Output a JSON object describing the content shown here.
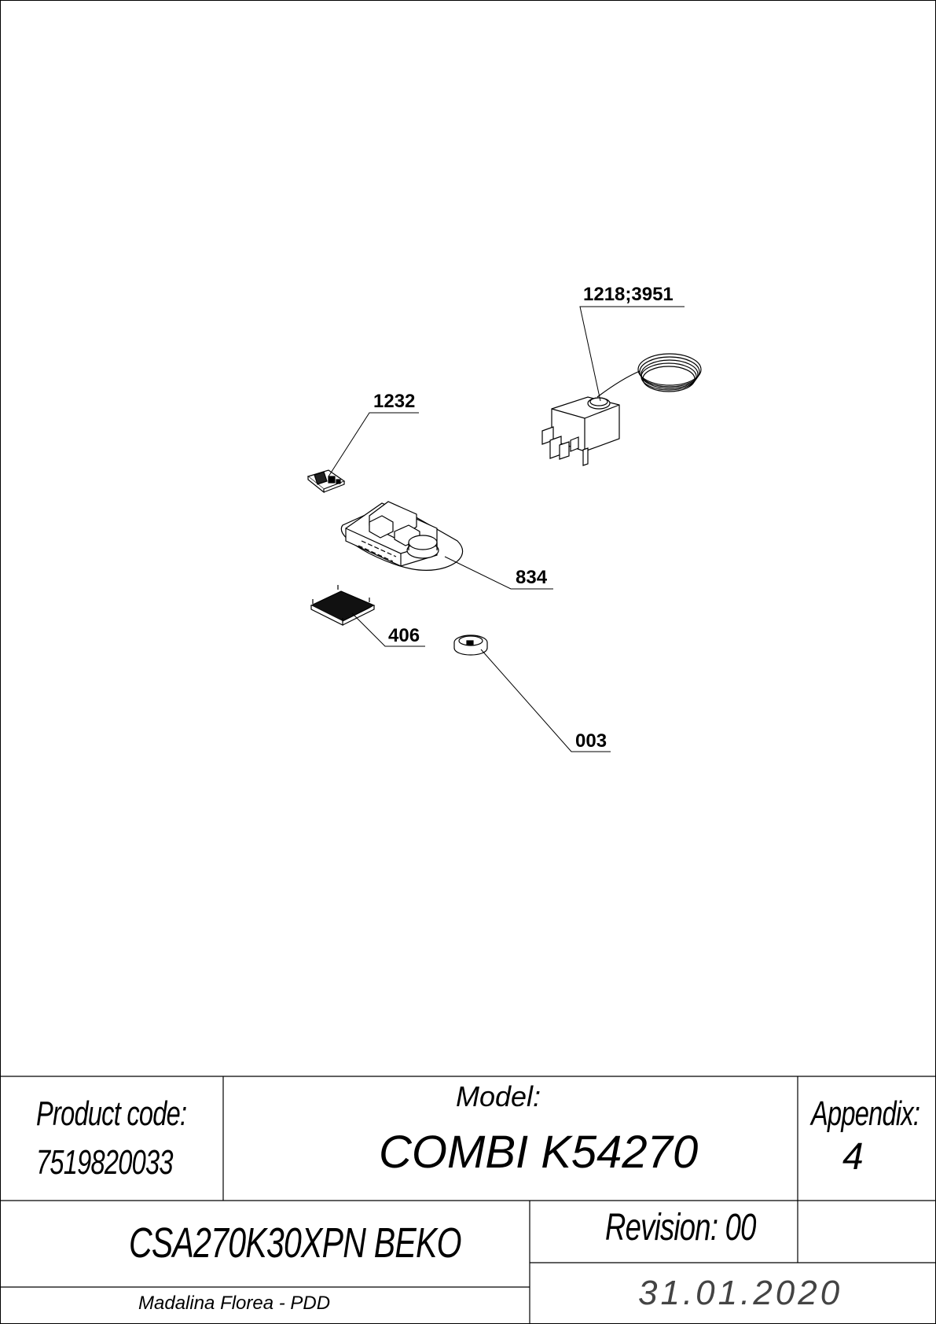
{
  "callouts": {
    "c1218": "1218;3951",
    "c1232": "1232",
    "c834": "834",
    "c406": "406",
    "c003": "003"
  },
  "title_block": {
    "product_code_label": "Product code:",
    "product_code": "7519820033",
    "model_label": "Model:",
    "model": "COMBI K54270",
    "appendix_label": "Appendix:",
    "appendix": "4",
    "product_name": "CSA270K30XPN BEKO",
    "revision": "Revision: 00",
    "author": "Madalina Florea - PDD",
    "date": "31.01.2020"
  },
  "colors": {
    "line": "#000000",
    "paper": "#ffffff",
    "date_text": "#444444"
  }
}
